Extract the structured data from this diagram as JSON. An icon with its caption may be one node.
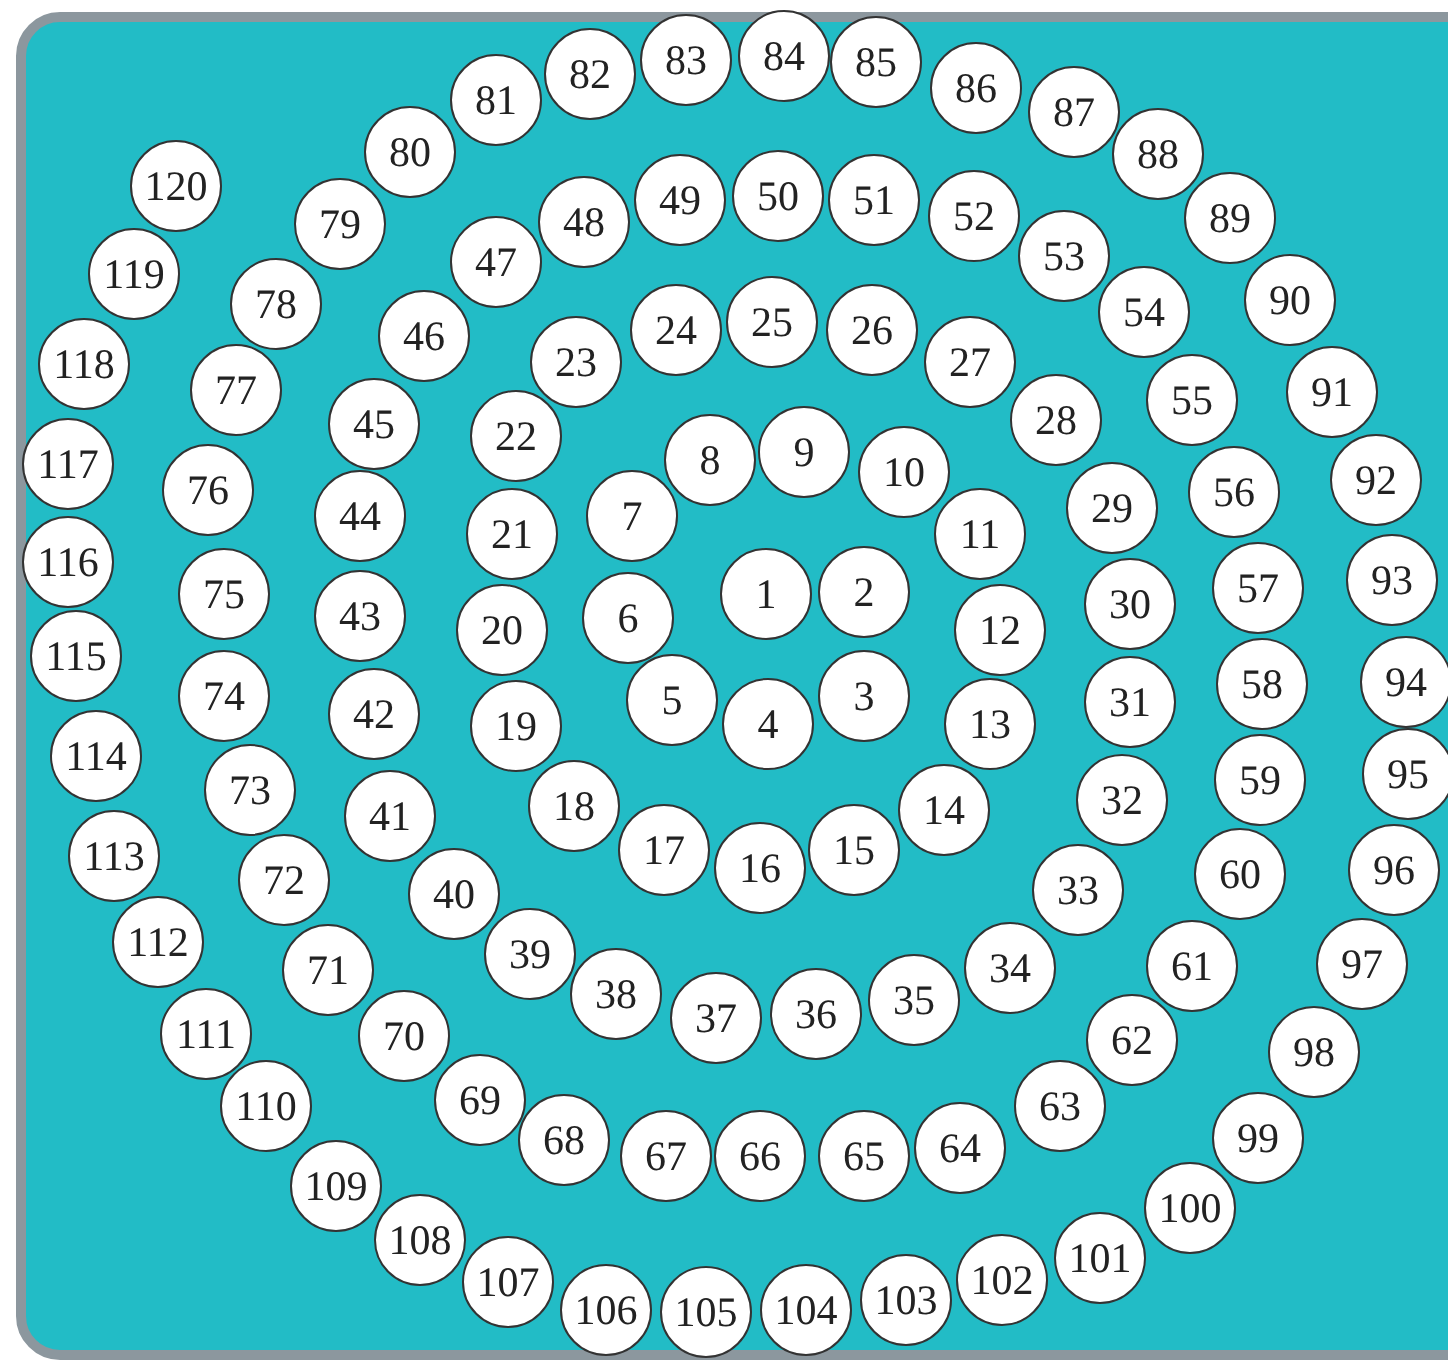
{
  "diagram": {
    "nodes": [
      {
        "text": [
          "1"
        ]
      },
      {
        "text": [
          "2"
        ]
      },
      {
        "text": [
          "3"
        ]
      },
      {
        "text": [
          "4"
        ]
      },
      {
        "text": [
          "5"
        ]
      },
      {
        "text": [
          "6"
        ]
      },
      {
        "text": [
          "7"
        ]
      },
      {
        "text": [
          "8"
        ]
      },
      {
        "text": [
          "9"
        ]
      },
      {
        "text": [
          "10"
        ]
      },
      {
        "text": [
          "11"
        ]
      },
      {
        "text": [
          "12"
        ]
      },
      {
        "text": [
          "13"
        ]
      },
      {
        "text": [
          "14"
        ]
      },
      {
        "text": [
          "15"
        ]
      },
      {
        "text": [
          "16"
        ]
      },
      {
        "text": [
          "17"
        ]
      },
      {
        "text": [
          "18"
        ]
      },
      {
        "text": [
          "19"
        ]
      },
      {
        "text": [
          "20"
        ]
      },
      {
        "text": [
          "21"
        ]
      },
      {
        "text": [
          "22"
        ]
      },
      {
        "text": [
          "23"
        ]
      },
      {
        "text": [
          "24"
        ]
      },
      {
        "text": [
          "25"
        ]
      },
      {
        "text": [
          "26"
        ]
      },
      {
        "text": [
          "27"
        ]
      },
      {
        "text": [
          "28"
        ]
      },
      {
        "text": [
          "29"
        ]
      },
      {
        "text": [
          "30"
        ]
      },
      {
        "text": [
          "31"
        ]
      },
      {
        "text": [
          "32"
        ]
      },
      {
        "text": [
          "33"
        ]
      },
      {
        "text": [
          "34"
        ]
      },
      {
        "text": [
          "35"
        ]
      },
      {
        "text": [
          "36"
        ]
      },
      {
        "text": [
          "37"
        ]
      },
      {
        "text": [
          "38"
        ]
      },
      {
        "text": [
          "39"
        ]
      },
      {
        "text": [
          "40"
        ]
      },
      {
        "text": [
          "41"
        ]
      },
      {
        "text": [
          "42"
        ]
      },
      {
        "text": [
          "43"
        ]
      },
      {
        "text": [
          "44"
        ]
      },
      {
        "text": [
          "45"
        ]
      },
      {
        "text": [
          "46"
        ]
      },
      {
        "text": [
          "47"
        ]
      },
      {
        "text": [
          "48"
        ]
      },
      {
        "text": [
          "49"
        ]
      },
      {
        "text": [
          "50"
        ]
      },
      {
        "text": [
          "51"
        ]
      },
      {
        "text": [
          "52"
        ]
      },
      {
        "text": [
          "53"
        ]
      },
      {
        "text": [
          "54"
        ]
      },
      {
        "text": [
          "55"
        ]
      },
      {
        "text": [
          "56"
        ]
      },
      {
        "text": [
          "57"
        ]
      },
      {
        "text": [
          "58"
        ]
      },
      {
        "text": [
          "59"
        ]
      },
      {
        "text": [
          "60"
        ]
      },
      {
        "text": [
          "61"
        ]
      },
      {
        "text": [
          "62"
        ]
      },
      {
        "text": [
          "63"
        ]
      },
      {
        "text": [
          "64"
        ]
      },
      {
        "text": [
          "65"
        ]
      },
      {
        "text": [
          "66"
        ]
      },
      {
        "text": [
          "67"
        ]
      },
      {
        "text": [
          "68"
        ]
      },
      {
        "text": [
          "69"
        ]
      },
      {
        "text": [
          "70"
        ]
      },
      {
        "text": [
          "71"
        ]
      },
      {
        "text": [
          "72"
        ]
      },
      {
        "text": [
          "73"
        ]
      },
      {
        "text": [
          "74"
        ]
      },
      {
        "text": [
          "75"
        ]
      },
      {
        "text": [
          "76"
        ]
      },
      {
        "text": [
          "77"
        ]
      },
      {
        "text": [
          "78"
        ]
      },
      {
        "text": [
          "79"
        ]
      },
      {
        "text": [
          "80"
        ]
      },
      {
        "text": [
          "81"
        ]
      },
      {
        "text": [
          "82"
        ]
      },
      {
        "text": [
          "83"
        ]
      },
      {
        "text": [
          "84"
        ]
      },
      {
        "text": [
          "85"
        ]
      },
      {
        "text": [
          "86"
        ]
      },
      {
        "text": [
          "87"
        ]
      },
      {
        "text": [
          "88"
        ]
      },
      {
        "text": [
          "89"
        ]
      },
      {
        "text": [
          "90"
        ]
      },
      {
        "text": [
          "91"
        ]
      },
      {
        "text": [
          "92"
        ]
      },
      {
        "text": [
          "93"
        ]
      },
      {
        "text": [
          "94"
        ]
      },
      {
        "text": [
          "95"
        ]
      },
      {
        "text": [
          "96"
        ]
      },
      {
        "text": [
          "97"
        ]
      },
      {
        "text": [
          "98"
        ]
      },
      {
        "text": [
          "99"
        ]
      },
      {
        "text": [
          "100"
        ]
      },
      {
        "text": [
          "101"
        ]
      },
      {
        "text": [
          "102"
        ]
      },
      {
        "text": [
          "103"
        ]
      },
      {
        "text": [
          "104"
        ]
      },
      {
        "text": [
          "105"
        ]
      },
      {
        "text": [
          "106"
        ]
      },
      {
        "text": [
          "107"
        ]
      },
      {
        "text": [
          "108"
        ]
      },
      {
        "text": [
          "109"
        ]
      },
      {
        "text": [
          "110"
        ]
      },
      {
        "text": [
          "111"
        ]
      },
      {
        "text": [
          "112"
        ]
      },
      {
        "text": [
          "113"
        ]
      },
      {
        "text": [
          "114"
        ]
      },
      {
        "text": [
          "115"
        ]
      },
      {
        "text": [
          "116"
        ]
      },
      {
        "text": [
          "117"
        ]
      },
      {
        "text": [
          "118"
        ]
      },
      {
        "text": [
          "119"
        ]
      },
      {
        "text": [
          "120"
        ]
      }
    ]
  }
}
